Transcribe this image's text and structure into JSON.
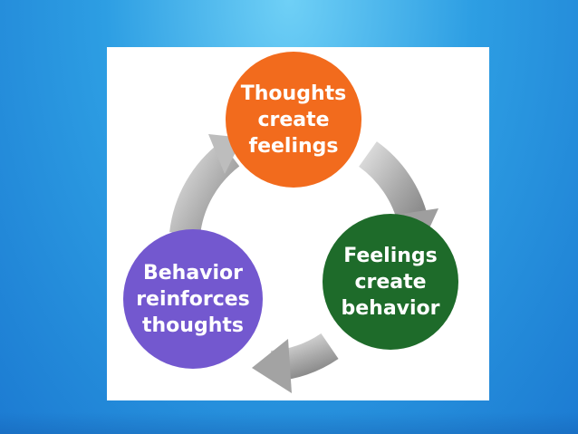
{
  "diagram": {
    "nodes": [
      {
        "id": "thoughts",
        "lines": [
          "Thoughts",
          "create",
          "feelings"
        ],
        "color": "#f26b1d"
      },
      {
        "id": "feelings",
        "lines": [
          "Feelings",
          "create",
          "behavior"
        ],
        "color": "#1e6b2a"
      },
      {
        "id": "behavior",
        "lines": [
          "Behavior",
          "reinforces",
          "thoughts"
        ],
        "color": "#7358cf"
      }
    ],
    "arrow_color": "#a9a9a9"
  }
}
